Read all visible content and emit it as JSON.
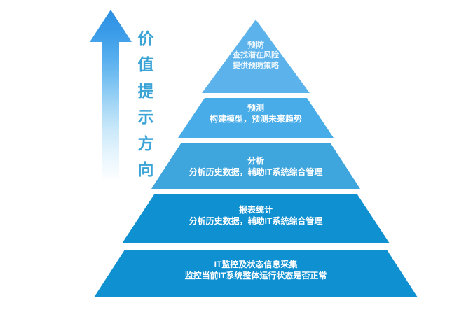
{
  "figure": {
    "type": "pyramid-diagram",
    "background": "#ffffff",
    "arrow": {
      "name": "value-direction-arrow",
      "color_top": "#2b8fe2",
      "color_bottom": "#ffffff",
      "direction": "up"
    },
    "caption": {
      "text": "价值提示方向",
      "chars": [
        "价",
        "值",
        "提",
        "示",
        "方",
        "向"
      ],
      "color": "#3ba4d6",
      "orientation": "vertical"
    },
    "tiers": [
      {
        "level": 1,
        "title": "预防",
        "lines": [
          "查找潜在风险",
          "提供预防策略"
        ],
        "color": "#5cb3ec"
      },
      {
        "level": 2,
        "title": "预测",
        "lines": [
          "构建模型，预测未来趋势"
        ],
        "color": "#48ace9"
      },
      {
        "level": 3,
        "title": "分析",
        "lines": [
          "分析历史数据，辅助IT系统综合管理"
        ],
        "color": "#3fa6dd"
      },
      {
        "level": 4,
        "title": "报表统计",
        "lines": [
          "分析历史数据，辅助IT系统综合管理"
        ],
        "color": "#0f90d1"
      },
      {
        "level": 5,
        "title": "IT监控及状态信息采集",
        "lines": [
          "监控当前IT系统整体运行状态是否正常"
        ],
        "color": "#0f90d1"
      }
    ]
  }
}
